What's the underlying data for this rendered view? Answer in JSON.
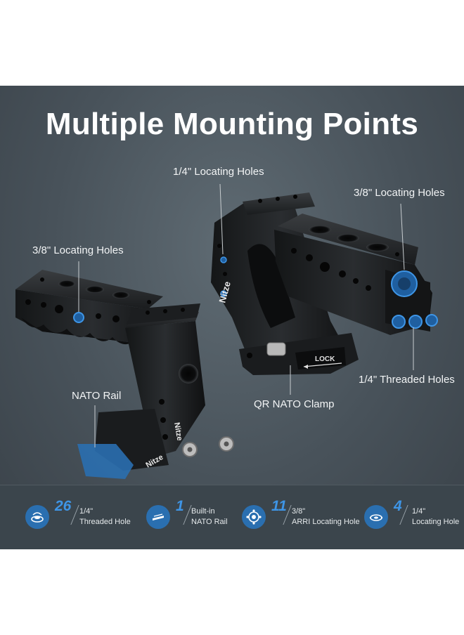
{
  "headline": "Multiple Mounting Points",
  "callouts": {
    "left_locating_holes": "3/8\" Locating Holes",
    "top_locating_holes": "1/4\" Locating Holes",
    "right_locating_holes": "3/8\" Locating Holes",
    "threaded_holes": "1/4\" Threaded Holes",
    "nato_rail": "NATO Rail",
    "qr_nato_clamp": "QR NATO Clamp"
  },
  "product_markings": {
    "brand": "Nitze",
    "lock": "LOCK"
  },
  "colors": {
    "panel_bg": "#48525a",
    "accent_blue": "#2a6fb0",
    "number_blue": "#3e95e6"
  },
  "stats": [
    {
      "icon": "threaded-hole-icon",
      "number": "26",
      "line1": "1/4\"",
      "line2": "Threaded Hole"
    },
    {
      "icon": "nato-rail-icon",
      "number": "1",
      "line1": "Built-in",
      "line2": "NATO Rail"
    },
    {
      "icon": "arri-locating-hole-icon",
      "number": "11",
      "line1": "3/8\"",
      "line2": "ARRI Locating Hole"
    },
    {
      "icon": "locating-hole-icon",
      "number": "4",
      "line1": "1/4\"",
      "line2": "Locating Hole"
    }
  ]
}
